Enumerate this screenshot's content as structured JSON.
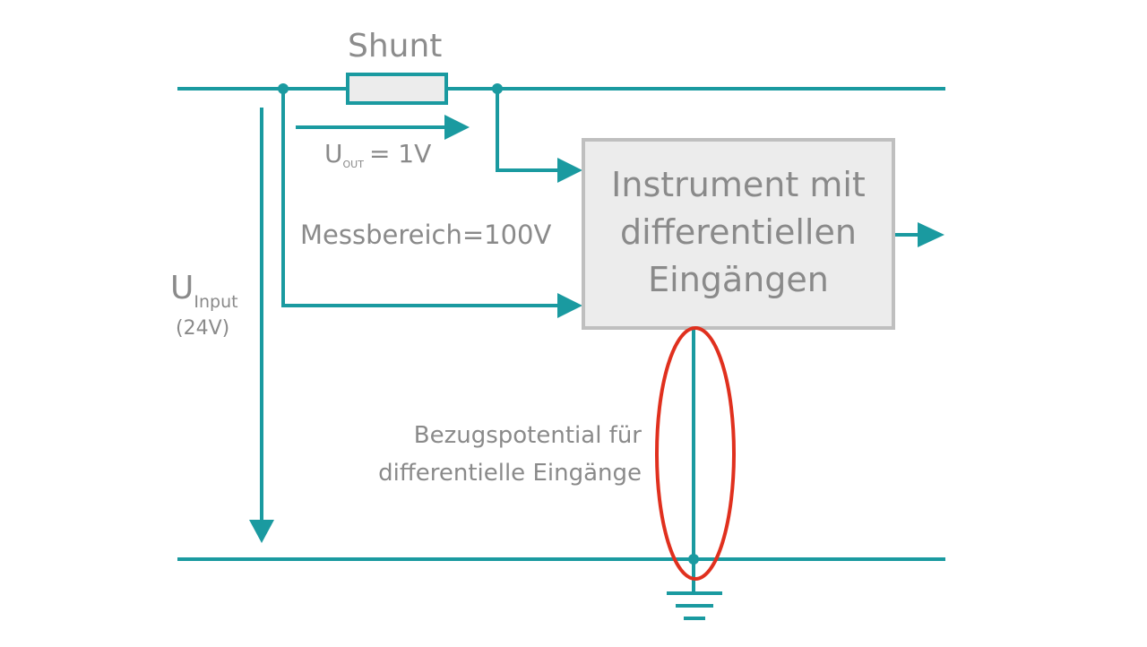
{
  "shunt": {
    "label": "Shunt"
  },
  "u_out": {
    "symbol": "U",
    "subscript": "OUT",
    "value": "= 1V"
  },
  "messbereich": {
    "text": "Messbereich=100V"
  },
  "u_input": {
    "symbol": "U",
    "subscript": "Input",
    "value": "(24V)"
  },
  "instrument": {
    "label": "Instrument mit differentiellen Eingängen"
  },
  "reference": {
    "line1": "Bezugspotential für",
    "line2": "differentielle Eingänge"
  },
  "colors": {
    "wire": "#1a9aa0",
    "box_fill": "#ececec",
    "box_border": "#bfbfbf",
    "highlight": "#e0301e",
    "text": "#8a8a8a"
  },
  "icons": [
    "ground-icon",
    "resistor-icon",
    "arrow-icon"
  ]
}
